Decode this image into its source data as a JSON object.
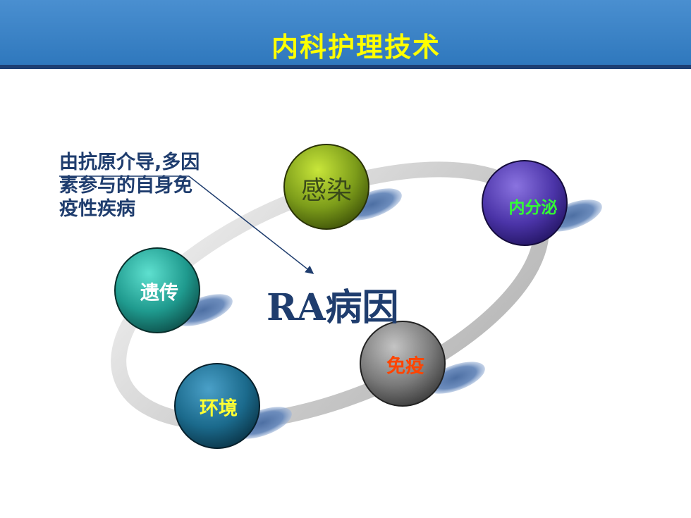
{
  "title": "内科护理技术",
  "note": "由抗原介导,多因素参与的自身免疫性疾病",
  "center": "RA病因",
  "nodes": [
    {
      "id": "infection",
      "label": "感染",
      "color": "#3a4a1a"
    },
    {
      "id": "endocrine",
      "label": "内分泌",
      "color": "#33ff33"
    },
    {
      "id": "genetic",
      "label": "遗传",
      "color": "#ffffff"
    },
    {
      "id": "immune",
      "label": "免疫",
      "color": "#ff4400"
    },
    {
      "id": "environment",
      "label": "环境",
      "color": "#ffff33"
    }
  ]
}
